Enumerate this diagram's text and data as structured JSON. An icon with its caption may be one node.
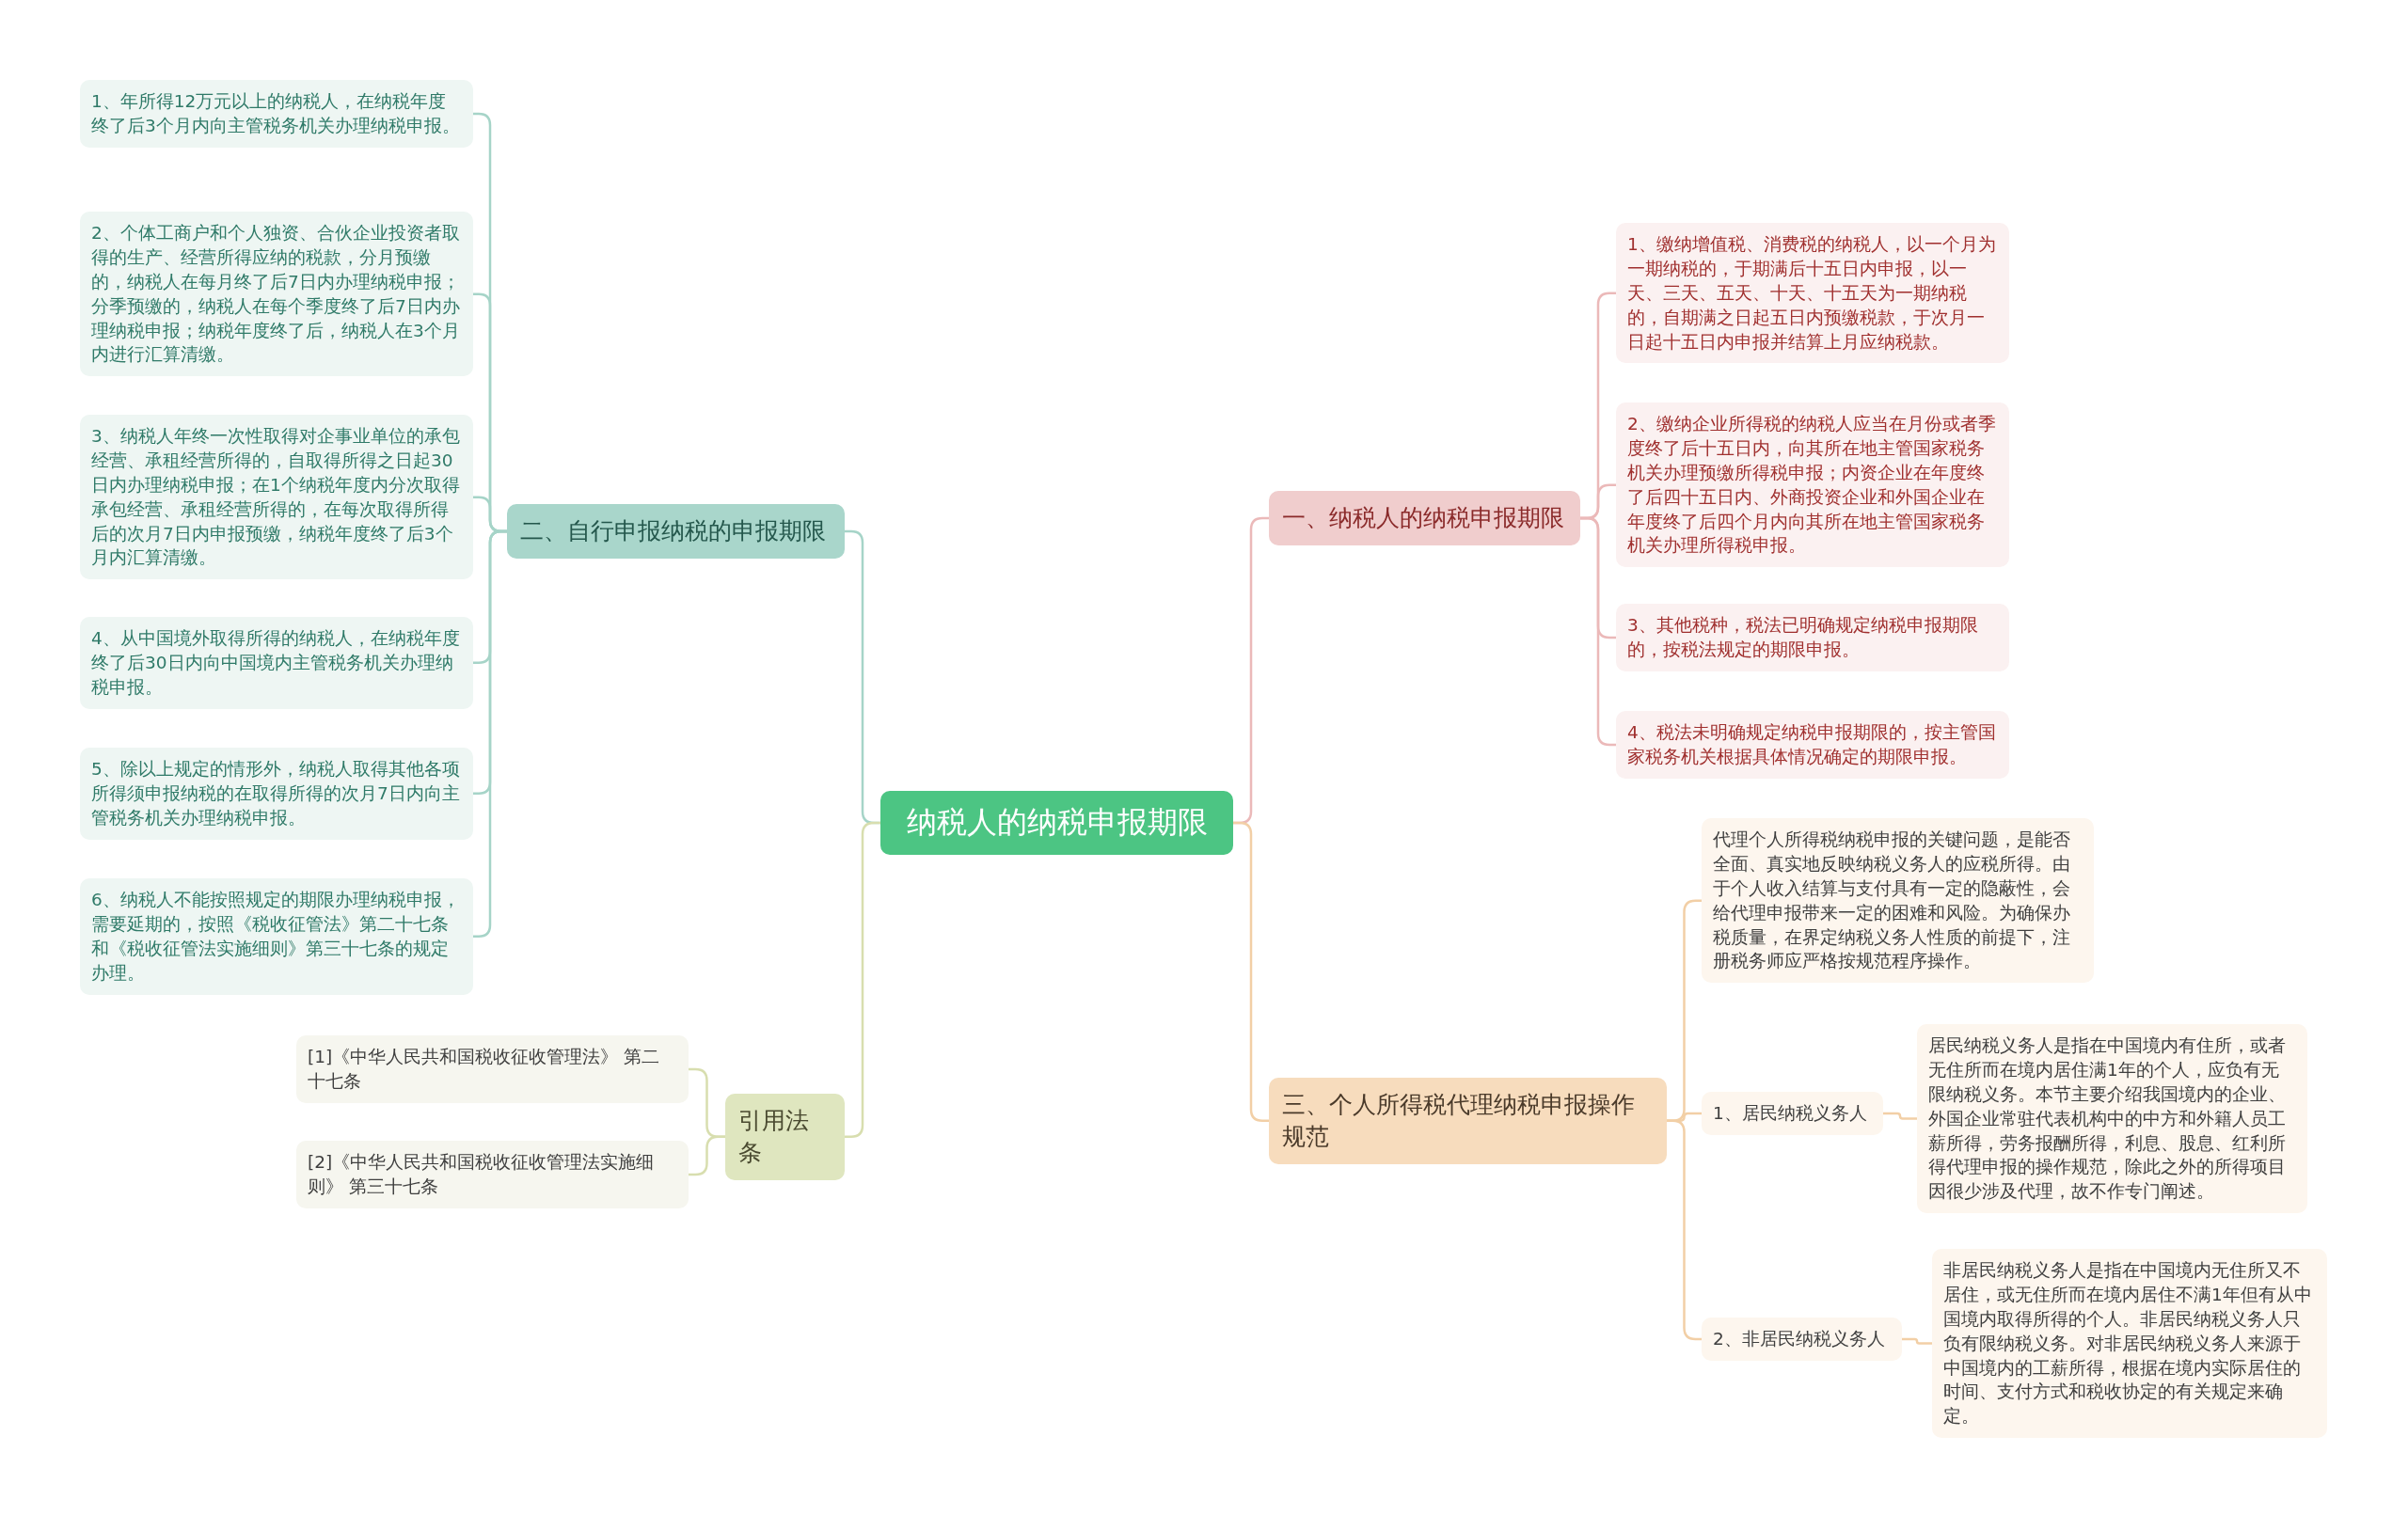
{
  "diagram": {
    "nodes": [
      {
        "text": [
          "纳税人的纳税申报期限"
        ]
      },
      {
        "text": [
          "一、纳税人的纳税申报期限"
        ]
      },
      {
        "text": [
          "1、缴纳增值税、消费税的纳税人，以一个月为一期纳税的，于期满后十五日内申报，以一天、三天、五天、十天、十五天为一期纳税的，自期满之日起五日内预缴税款，于次月一日起十五日内申报并结算上月应纳税款。"
        ]
      },
      {
        "text": [
          "2、缴纳企业所得税的纳税人应当在月份或者季度终了后十五日内，向其所在地主管国家税务机关办理预缴所得税申报；内资企业在年度终了后四十五日内、外商投资企业和外国企业在年度终了后四个月内向其所在地主管国家税务机关办理所得税申报。"
        ]
      },
      {
        "text": [
          "3、其他税种，税法已明确规定纳税申报期限的，按税法规定的期限申报。"
        ]
      },
      {
        "text": [
          "4、税法未明确规定纳税申报期限的，按主管国家税务机关根据具体情况确定的期限申报。"
        ]
      },
      {
        "text": [
          "三、个人所得税代理纳税申报操作规范"
        ]
      },
      {
        "text": [
          "代理个人所得税纳税申报的关键问题，是能否全面、真实地反映纳税义务人的应税所得。由于个人收入结算与支付具有一定的隐蔽性，会给代理申报带来一定的困难和风险。为确保办税质量，在界定纳税义务人性质的前提下，注册税务师应严格按规范程序操作。"
        ]
      },
      {
        "text": [
          "1、居民纳税义务人"
        ]
      },
      {
        "text": [
          "居民纳税义务人是指在中国境内有住所，或者无住所而在境内居住满1年的个人，应负有无限纳税义务。本节主要介绍我国境内的企业、外国企业常驻代表机构中的中方和外籍人员工薪所得，劳务报酬所得，利息、股息、红利所得代理申报的操作规范，除此之外的所得项目因很少涉及代理，故不作专门阐述。"
        ]
      },
      {
        "text": [
          "2、非居民纳税义务人"
        ]
      },
      {
        "text": [
          "非居民纳税义务人是指在中国境内无住所又不居住，或无住所而在境内居住不满1年但有从中国境内取得所得的个人。非居民纳税义务人只负有限纳税义务。对非居民纳税义务人来源于中国境内的工薪所得，根据在境内实际居住的时间、支付方式和税收协定的有关规定来确定。"
        ]
      },
      {
        "text": [
          "二、自行申报纳税的申报期限"
        ]
      },
      {
        "text": [
          "1、年所得12万元以上的纳税人，在纳税年度终了后3个月内向主管税务机关办理纳税申报。"
        ]
      },
      {
        "text": [
          "2、个体工商户和个人独资、合伙企业投资者取得的生产、经营所得应纳的税款，分月预缴的，纳税人在每月终了后7日内办理纳税申报；分季预缴的，纳税人在每个季度终了后7日内办理纳税申报；纳税年度终了后，纳税人在3个月内进行汇算清缴。"
        ]
      },
      {
        "text": [
          "3、纳税人年终一次性取得对企事业单位的承包经营、承租经营所得的，自取得所得之日起30日内办理纳税申报；在1个纳税年度内分次取得承包经营、承租经营所得的，在每次取得所得后的次月7日内申报预缴，纳税年度终了后3个月内汇算清缴。"
        ]
      },
      {
        "text": [
          "4、从中国境外取得所得的纳税人，在纳税年度终了后30日内向中国境内主管税务机关办理纳税申报。"
        ]
      },
      {
        "text": [
          "5、除以上规定的情形外，纳税人取得其他各项所得须申报纳税的在取得所得的次月7日内向主管税务机关办理纳税申报。"
        ]
      },
      {
        "text": [
          "6、纳税人不能按照规定的期限办理纳税申报，需要延期的，按照《税收征管法》第二十七条和《税收征管法实施细则》第三十七条的规定办理。"
        ]
      },
      {
        "text": [
          "引用法条"
        ]
      },
      {
        "text": [
          "[1]《中华人民共和国税收征收管理法》 第二十七条"
        ]
      },
      {
        "text": [
          "[2]《中华人民共和国税收征收管理法实施细则》 第三十七条"
        ]
      }
    ],
    "edges": [
      {
        "from": 0,
        "to": 1,
        "arrow": "none",
        "color": "#ebb9b9"
      },
      {
        "from": 1,
        "to": 2,
        "arrow": "none",
        "color": "#ebb9b9"
      },
      {
        "from": 1,
        "to": 3,
        "arrow": "none",
        "color": "#ebb9b9"
      },
      {
        "from": 1,
        "to": 4,
        "arrow": "none",
        "color": "#ebb9b9"
      },
      {
        "from": 1,
        "to": 5,
        "arrow": "none",
        "color": "#ebb9b9"
      },
      {
        "from": 0,
        "to": 6,
        "arrow": "none",
        "color": "#f2cfa6"
      },
      {
        "from": 6,
        "to": 7,
        "arrow": "none",
        "color": "#f2cfa6"
      },
      {
        "from": 6,
        "to": 8,
        "arrow": "none",
        "color": "#f2cfa6"
      },
      {
        "from": 8,
        "to": 9,
        "arrow": "none",
        "color": "#f2cfa6"
      },
      {
        "from": 6,
        "to": 10,
        "arrow": "none",
        "color": "#f2cfa6"
      },
      {
        "from": 10,
        "to": 11,
        "arrow": "none",
        "color": "#f2cfa6"
      },
      {
        "from": 0,
        "to": 12,
        "arrow": "none",
        "color": "#a6d4c8"
      },
      {
        "from": 12,
        "to": 13,
        "arrow": "none",
        "color": "#a6d4c8"
      },
      {
        "from": 12,
        "to": 14,
        "arrow": "none",
        "color": "#a6d4c8"
      },
      {
        "from": 12,
        "to": 15,
        "arrow": "none",
        "color": "#a6d4c8"
      },
      {
        "from": 12,
        "to": 16,
        "arrow": "none",
        "color": "#a6d4c8"
      },
      {
        "from": 12,
        "to": 17,
        "arrow": "none",
        "color": "#a6d4c8"
      },
      {
        "from": 12,
        "to": 18,
        "arrow": "none",
        "color": "#a6d4c8"
      },
      {
        "from": 0,
        "to": 19,
        "arrow": "none",
        "color": "#d8deaf"
      },
      {
        "from": 19,
        "to": 20,
        "arrow": "none",
        "color": "#d8deaf"
      },
      {
        "from": 19,
        "to": 21,
        "arrow": "none",
        "color": "#d8deaf"
      }
    ]
  }
}
